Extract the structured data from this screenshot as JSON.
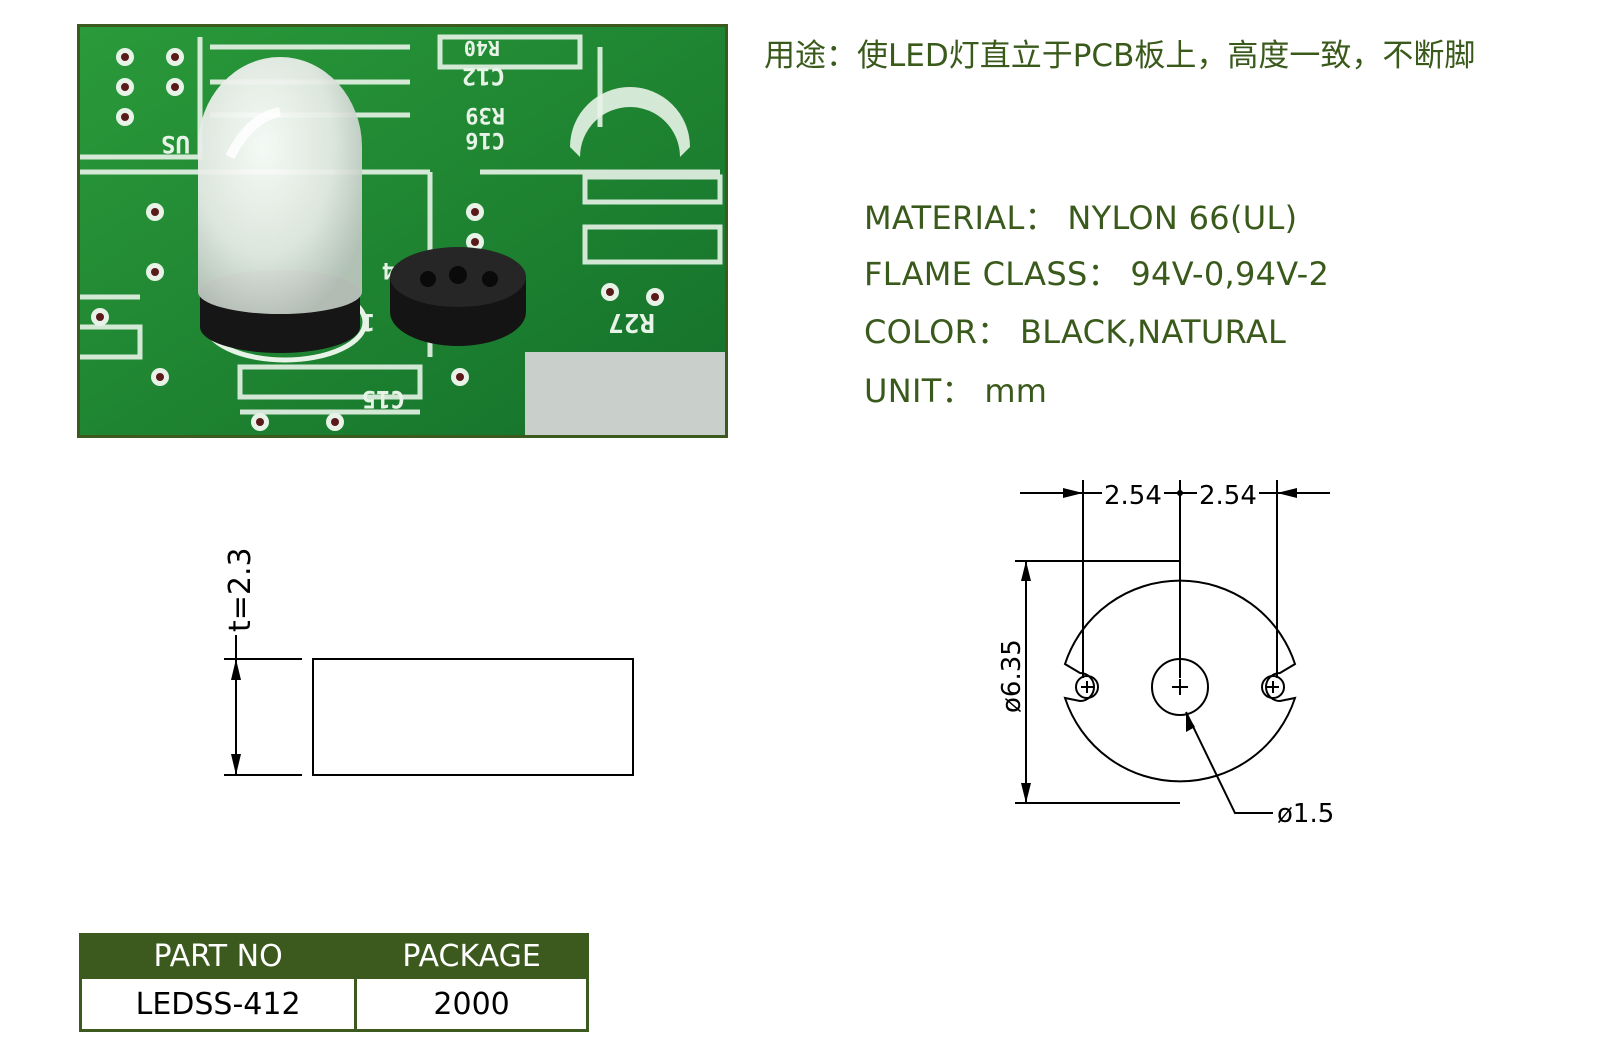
{
  "usage_text": "用途：使LED灯直立于PCB板上，高度一致，不断脚",
  "specs": [
    {
      "label": "MATERIAL：",
      "value": "NYLON 66(UL)"
    },
    {
      "label": "FLAME CLASS：",
      "value": "94V-0,94V-2"
    },
    {
      "label": "COLOR：",
      "value": "BLACK,NATURAL"
    },
    {
      "label": "UNIT：",
      "value": "mm"
    }
  ],
  "pcb_labels": {
    "c12": "C12",
    "r40": "R40",
    "r39": "R39",
    "c16": "C16",
    "us": "US",
    "r27": "R27",
    "c15": "C15",
    "n11": "11",
    "n4": "4"
  },
  "drawing": {
    "thickness_label": "t=2.3",
    "pitch_left": "2.54",
    "pitch_right": "2.54",
    "diameter_label": "ø6.35",
    "hole_label": "ø1.5"
  },
  "table": {
    "headers": [
      "PART NO",
      "PACKAGE"
    ],
    "rows": [
      [
        "LEDSS-412",
        "2000"
      ]
    ]
  },
  "colors": {
    "brand_green": "#3c5a1e",
    "pcb_green": "#1f8a2e"
  }
}
